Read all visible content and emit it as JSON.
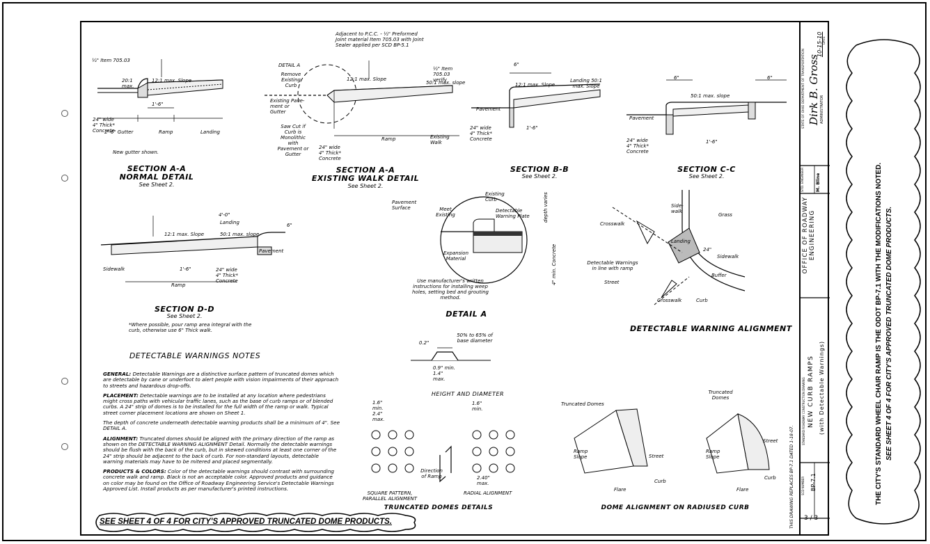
{
  "sections": {
    "aa_normal": {
      "title": "SECTION A-A",
      "subtitle": "NORMAL DETAIL",
      "ref": "See Sheet 2."
    },
    "aa_existing": {
      "title": "SECTION A-A",
      "subtitle": "EXISTING WALK DETAIL",
      "ref": "See Sheet 2."
    },
    "bb": {
      "title": "SECTION B-B",
      "ref": "See Sheet 2."
    },
    "cc": {
      "title": "SECTION C-C",
      "ref": "See Sheet 2."
    },
    "dd": {
      "title": "SECTION D-D",
      "ref": "See Sheet 2.",
      "note": "*Where possible, pour ramp area integral with the curb, otherwise use 6\" Thick walk."
    },
    "detail_a": {
      "title": "DETAIL A"
    },
    "alignment": {
      "title": "DETECTABLE WARNING ALIGNMENT"
    },
    "height_diameter": {
      "title": "HEIGHT AND DIAMETER"
    },
    "truncated_domes": {
      "title": "TRUNCATED DOMES DETAILS"
    },
    "radiused_curb": {
      "title": "DOME ALIGNMENT ON RADIUSED CURB"
    }
  },
  "labels": {
    "item_705_left": "½\" Item 705.03",
    "ratio_20": "20:1 max.",
    "slope_12": "12:1 max. Slope",
    "four_min": "4\" min.",
    "concrete_24": "24\" wide 4\" Thick* Concrete",
    "gutter": "2'-6\" Gutter",
    "ramp": "Ramp",
    "landing": "Landing",
    "one_six": "1'-6\"",
    "new_gutter": "New gutter shown.",
    "adjacent": "Adjacent to P.C.C. - ½\" Preformed Joint material Item 705.03 with Joint Sealer applied per SCD BP-5.1",
    "detail_a_ref": "DETAIL A",
    "remove_curb": "Remove Existing Curb",
    "existing_pave": "Existing Pave- ment or Gutter",
    "saw_cut": "Saw Cut if Curb is Monolithic with Pavement or Gutter",
    "item_705_right": "½\" Item 705.03 verify",
    "slope_50": "50:1 max. slope",
    "existing_walk": "Existing Walk",
    "six": "6\"",
    "pavement": "Pavement",
    "landing_50": "Landing 50:1 max. Slope",
    "four_zero": "4'-0\"",
    "sidewalk": "Sidewalk",
    "pavement_surface": "Pavement Surface",
    "meet_existing": "Meet Existing",
    "existing_curb": "Existing Curb",
    "detectable_plate": "Detectable Warning Plate",
    "expansion": "Expansion Material",
    "depth_varies": "depth varies",
    "four_concrete": "4\" min. Concrete",
    "half_inch": "½\"",
    "use_mfr": "Use manufacturer's written instructions for installing weep holes, setting bed and grouting method.",
    "crosswalk": "Crosswalk",
    "grass": "Grass",
    "sidewalk_hyph": "Side- walk",
    "landing_lower": "Landing",
    "dw_line": "Detectable Warnings in line with ramp",
    "street": "Street",
    "buffer": "Buffer",
    "curb": "Curb",
    "twentyfour": "24\"",
    "pct": "50% to 65% of base diameter",
    "point_two": "0.2\"",
    "base_diam": "0.9\" min. 1.4\" max.",
    "sixteen_24": "1.6\" min. 2.4\" max.",
    "sixteen_min": "1.6\" min.",
    "sixteen_24_b": "1.6\" min. 2.4\" max.",
    "two_forty": "2.40\" max.",
    "point_nine": "0.9\" min. 1.4\" max.",
    "square_pattern": "SQUARE PATTERN, PARALLEL ALIGNMENT",
    "direction_ramp": "Direction of Ramp",
    "radial": "RADIAL ALIGNMENT",
    "truncated_domes_lbl": "Truncated Domes",
    "ramp_slope": "Ramp Slope",
    "flare": "Flare"
  },
  "notes": {
    "heading": "DETECTABLE WARNINGS NOTES",
    "general_key": "GENERAL:",
    "general": "Detectable Warnings are a distinctive surface pattern of truncated domes which are detectable by cane or underfoot to alert people with vision impairments of their approach to streets and hazardous drop-offs.",
    "placement_key": "PLACEMENT:",
    "placement": "Detectable warnings are to be installed at any location where pedestrians might cross paths with vehicular traffic lanes, such as the base of curb ramps or of blended curbs. A 24\" strip of domes is to be installed for the full width of the ramp or walk. Typical street corner placement locations are shown on Sheet 1.",
    "depth": "The depth of concrete underneath detectable warning products shall be a minimum of 4\". See DETAIL A.",
    "alignment_key": "ALIGNMENT:",
    "alignment": "Truncated domes should be aligned with the primary direction of the ramp as shown on the DETECTABLE WARNING ALIGNMENT Detail. Normally the detectable warnings should be flush with the back of the curb, but in skewed conditions at least one corner of the 24\" strip should be adjacent to the back of curb. For non-standard layouts, detectable warning materials may have to be mitered and placed segmentally.",
    "products_key": "PRODUCTS & COLORS:",
    "products": "Color of the detectable warnings should contrast with surrounding concrete walk and ramp. Black is not an acceptable color. Approved products and guidance on color may be found on the Office of Roadway Engineering Service's Detectable Warnings Approved List. Install products as per manufacturer's printed instructions."
  },
  "banner": "SEE SHEET 4 OF 4 FOR CITY'S APPROVED TRUNCATED DOME PRODUCTS.",
  "side_note": {
    "line1": "THE CITY'S STANDARD WHEEL CHAIR RAMP IS THE ODOT BP-7.1 WITH THE MODIFICATIONS NOTED.",
    "line2": "SEE SHEET 4 OF 4 FOR CITY'S APPROVED TRUNCATED DOME PRODUCTS."
  },
  "title_block": {
    "date": "10-15-10",
    "date_label": "DATE",
    "administrator": "ADMINISTRATOR",
    "signature": "Dirk B. Gross",
    "state": "STATE OF OHIO DEPARTMENT OF TRANSPORTATION",
    "engineer_label": "STD. ENGINEER",
    "engineer": "M. Bline",
    "office": "OFFICE OF ROADWAY ENGINEERING",
    "std_drawing": "STANDARD ROADWAY CONSTRUCTION DRAWING",
    "drawing_title": "NEW CURB RAMPS",
    "drawing_sub": "(with Detectable Warnings)",
    "replaces": "THIS DRAWING REPLACES BP-7.1 DATED 1-18-07.",
    "scd_label": "SCD NUMBER",
    "scd": "BP-7.1",
    "sheet": "3 / 3"
  }
}
